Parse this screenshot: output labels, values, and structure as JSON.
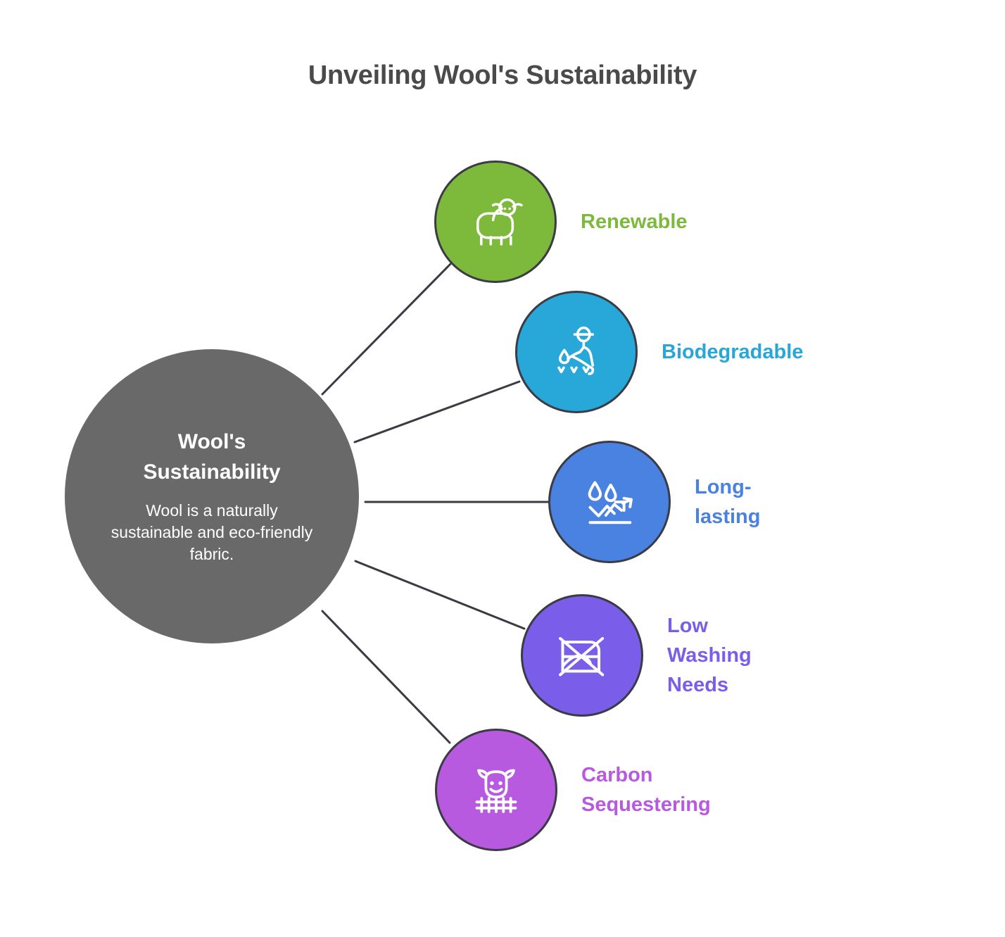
{
  "title": "Unveiling Wool's Sustainability",
  "hub": {
    "name": "Wool's\nSustainability",
    "description": "Wool is a naturally sustainable and eco-friendly fabric.",
    "color": "#696969",
    "text_color": "#ffffff"
  },
  "colors": {
    "connector": "#3b3b45",
    "node_border": "#3b3b45",
    "title_text": "#4a4a4a",
    "background": "#ffffff"
  },
  "nodes": [
    {
      "label": "Renewable",
      "icon": "sheep-icon",
      "color": "#7DB93A",
      "label_color": "#7DB93A"
    },
    {
      "label": "Biodegradable",
      "icon": "farmer-planting-icon",
      "color": "#27A8D8",
      "label_color": "#2AA6D6"
    },
    {
      "label": "Long-lasting",
      "icon": "water-repellent-icon",
      "color": "#4A82E2",
      "label_color": "#4A82E2"
    },
    {
      "label": "Low Washing Needs",
      "icon": "no-wash-icon",
      "color": "#7A5EEA",
      "label_color": "#7A5EEA"
    },
    {
      "label": "Carbon\nSequestering",
      "icon": "livestock-fence-icon",
      "color": "#B85AE0",
      "label_color": "#B85AE0"
    }
  ]
}
